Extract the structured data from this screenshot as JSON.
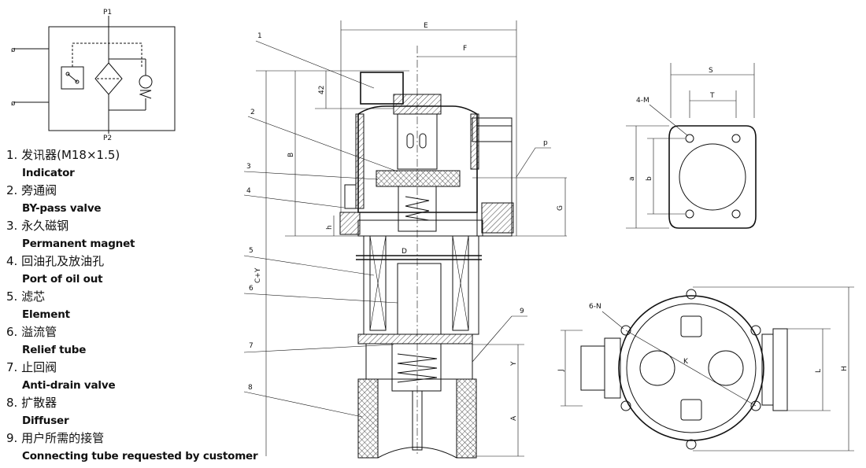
{
  "schematic": {
    "port_in": "P1",
    "port_out": "P2"
  },
  "legend": [
    {
      "num": "1.",
      "zh": "发讯器(M18×1.5)",
      "en": "Indicator"
    },
    {
      "num": "2.",
      "zh": "旁通阀",
      "en": "BY-pass valve"
    },
    {
      "num": "3.",
      "zh": "永久磁钢",
      "en": "Permanent magnet"
    },
    {
      "num": "4.",
      "zh": "回油孔及放油孔",
      "en": "Port of oil out"
    },
    {
      "num": "5.",
      "zh": "滤芯",
      "en": "Element"
    },
    {
      "num": "6.",
      "zh": "溢流管",
      "en": "Relief tube"
    },
    {
      "num": "7.",
      "zh": "止回阀",
      "en": "Anti-drain valve"
    },
    {
      "num": "8.",
      "zh": "扩散器",
      "en": "Diffuser"
    },
    {
      "num": "9.",
      "zh": "用户所需的接管",
      "en": "Connecting tube requested by customer"
    }
  ],
  "section_view": {
    "callouts": [
      "1",
      "2",
      "3",
      "4",
      "5",
      "6",
      "7",
      "8",
      "9",
      "p"
    ],
    "dimensions": {
      "E": "E",
      "F": "F",
      "d42": "42",
      "B": "B",
      "h": "h",
      "G": "G",
      "D": "D",
      "CY": "C+Y",
      "Y": "Y",
      "A": "A"
    }
  },
  "flange_view": {
    "S": "S",
    "T": "T",
    "M": "4-M",
    "a": "a",
    "b": "b"
  },
  "plan_view": {
    "N": "6-N",
    "K": "K",
    "J": "J",
    "L": "L",
    "H": "H"
  }
}
